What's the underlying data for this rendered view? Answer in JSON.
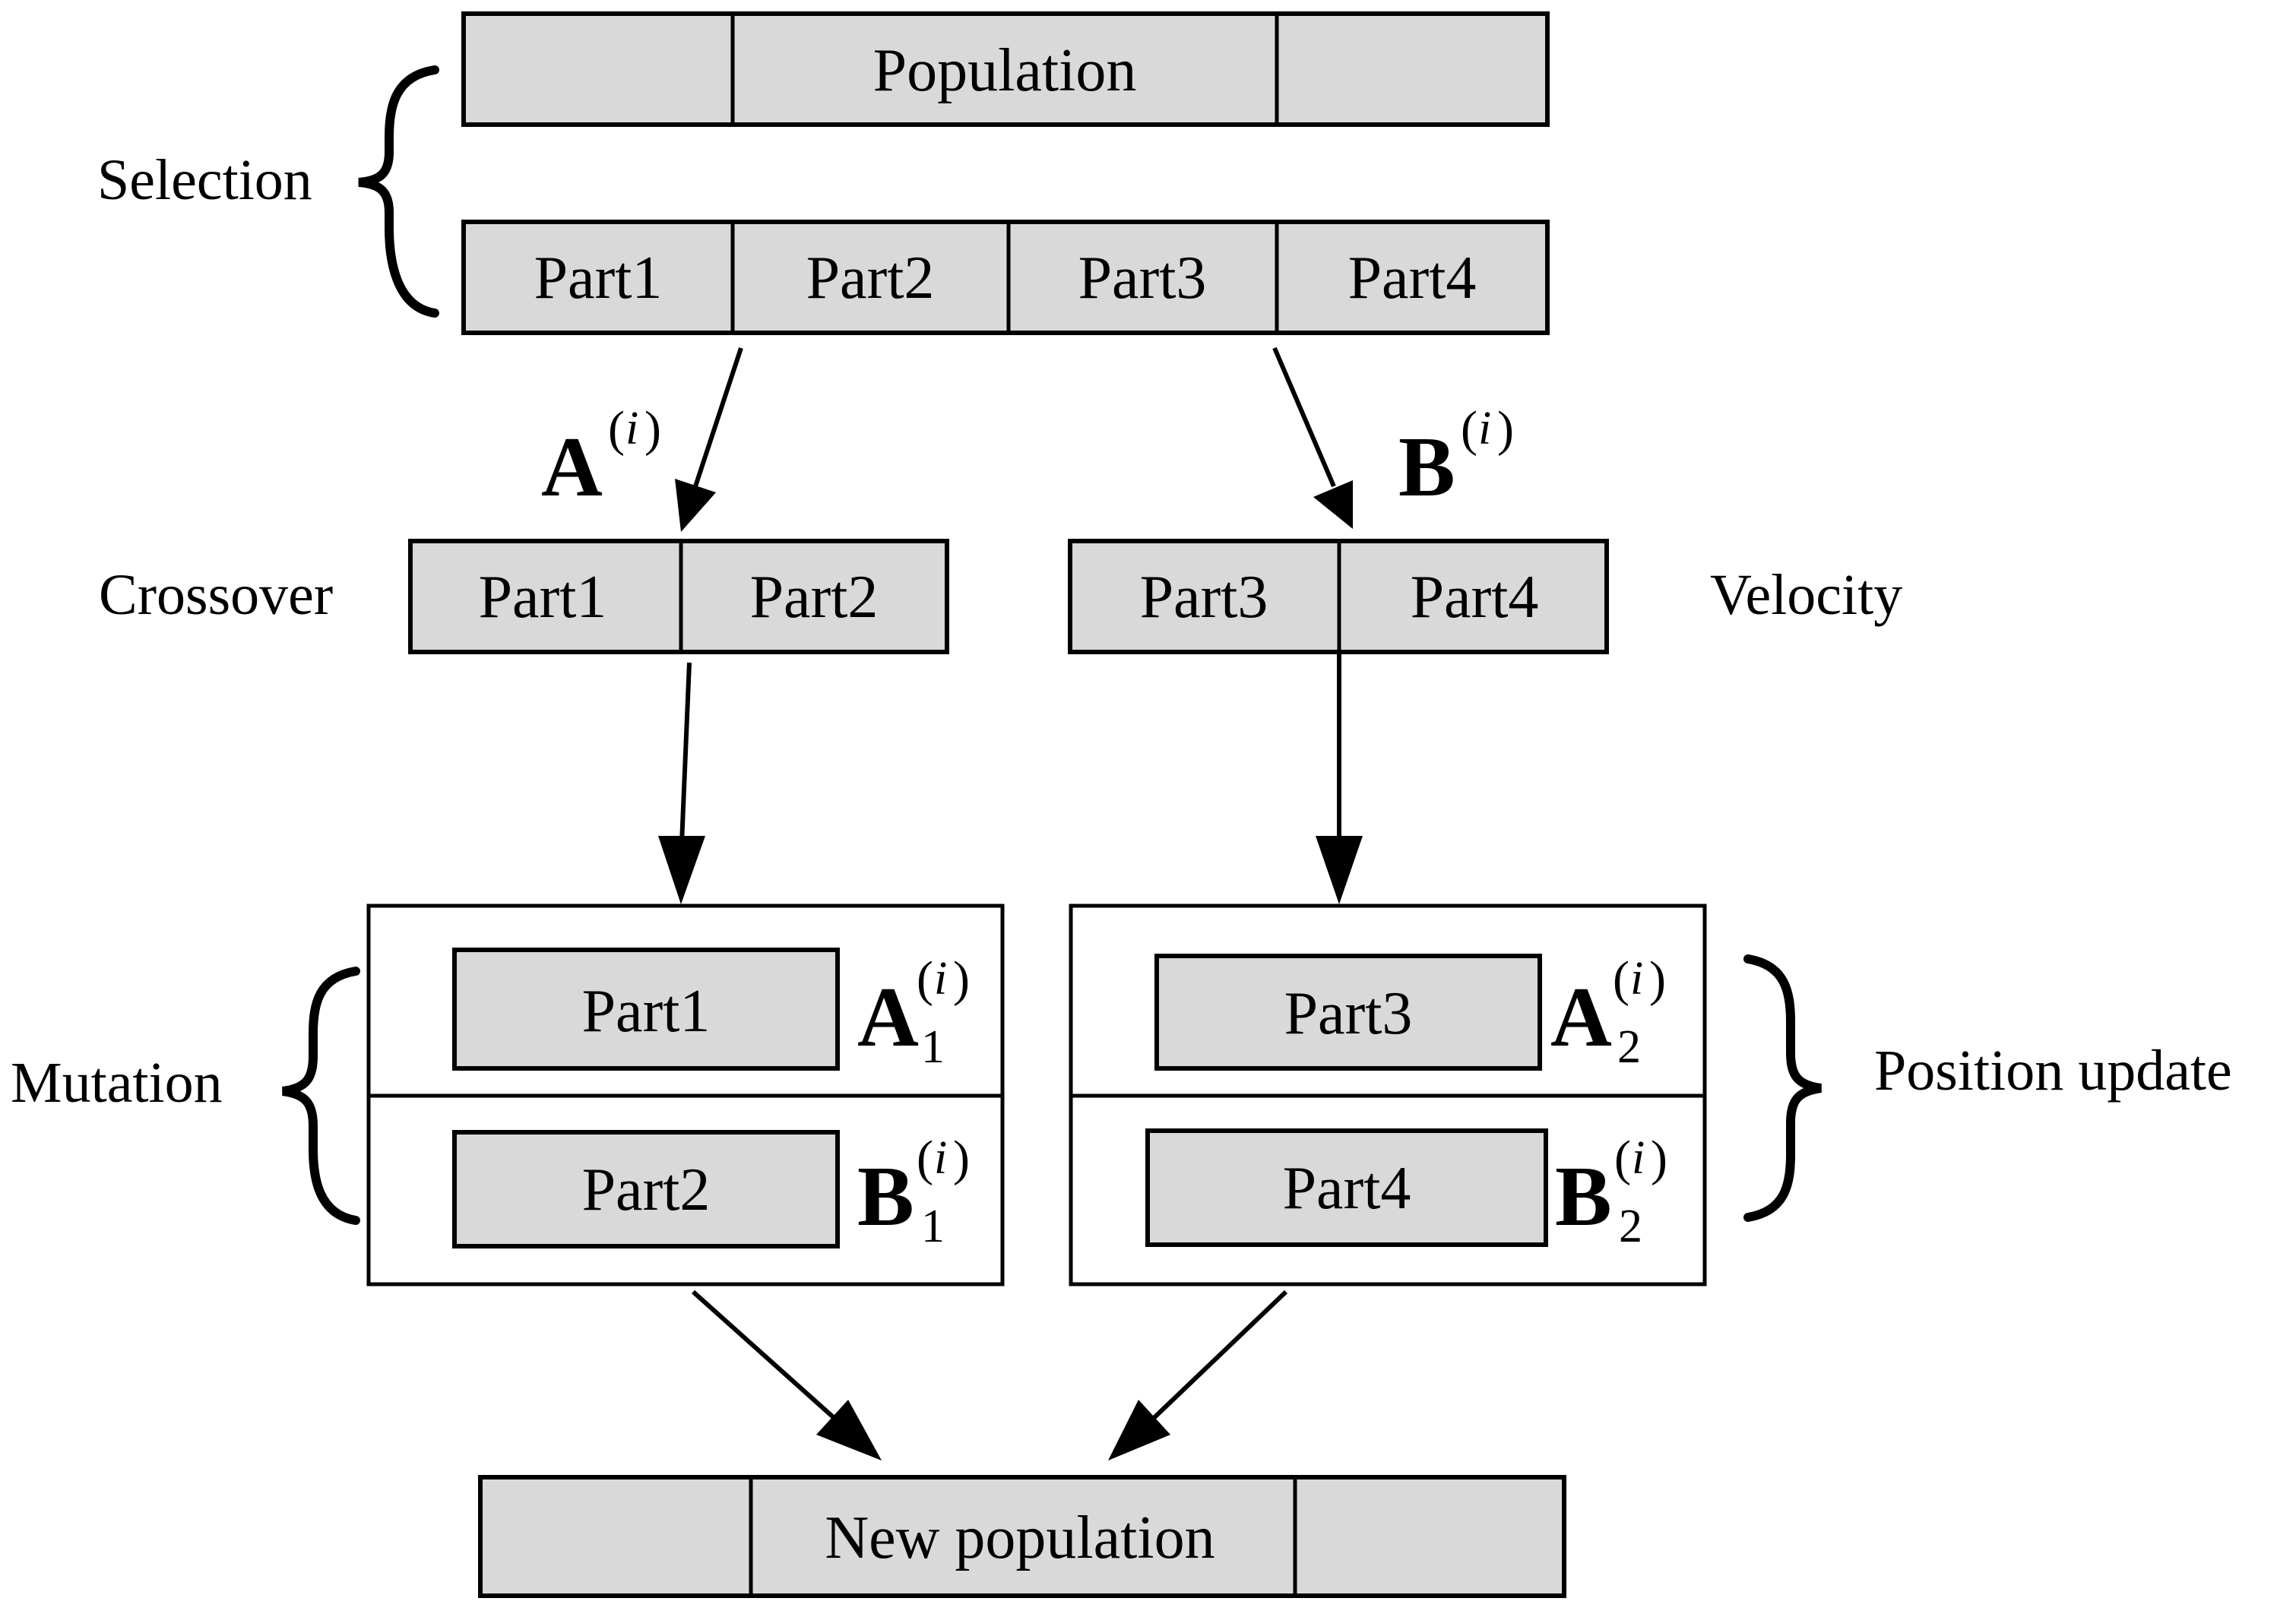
{
  "labels": {
    "selection": "Selection",
    "crossover": "Crossover",
    "velocity": "Velocity",
    "mutation": "Mutation",
    "position_update": "Position update"
  },
  "population": {
    "label": "Population"
  },
  "new_population": {
    "label": "New population"
  },
  "selection_parts": [
    "Part1",
    "Part2",
    "Part3",
    "Part4"
  ],
  "crossover_parts": [
    "Part1",
    "Part2"
  ],
  "velocity_parts": [
    "Part3",
    "Part4"
  ],
  "mutation_parts": [
    "Part1",
    "Part2"
  ],
  "position_parts": [
    "Part3",
    "Part4"
  ],
  "math": {
    "A": "A",
    "B": "B",
    "index": "i",
    "paren_open": "(",
    "paren_close": ")",
    "sub_1": "1",
    "sub_2": "2"
  }
}
